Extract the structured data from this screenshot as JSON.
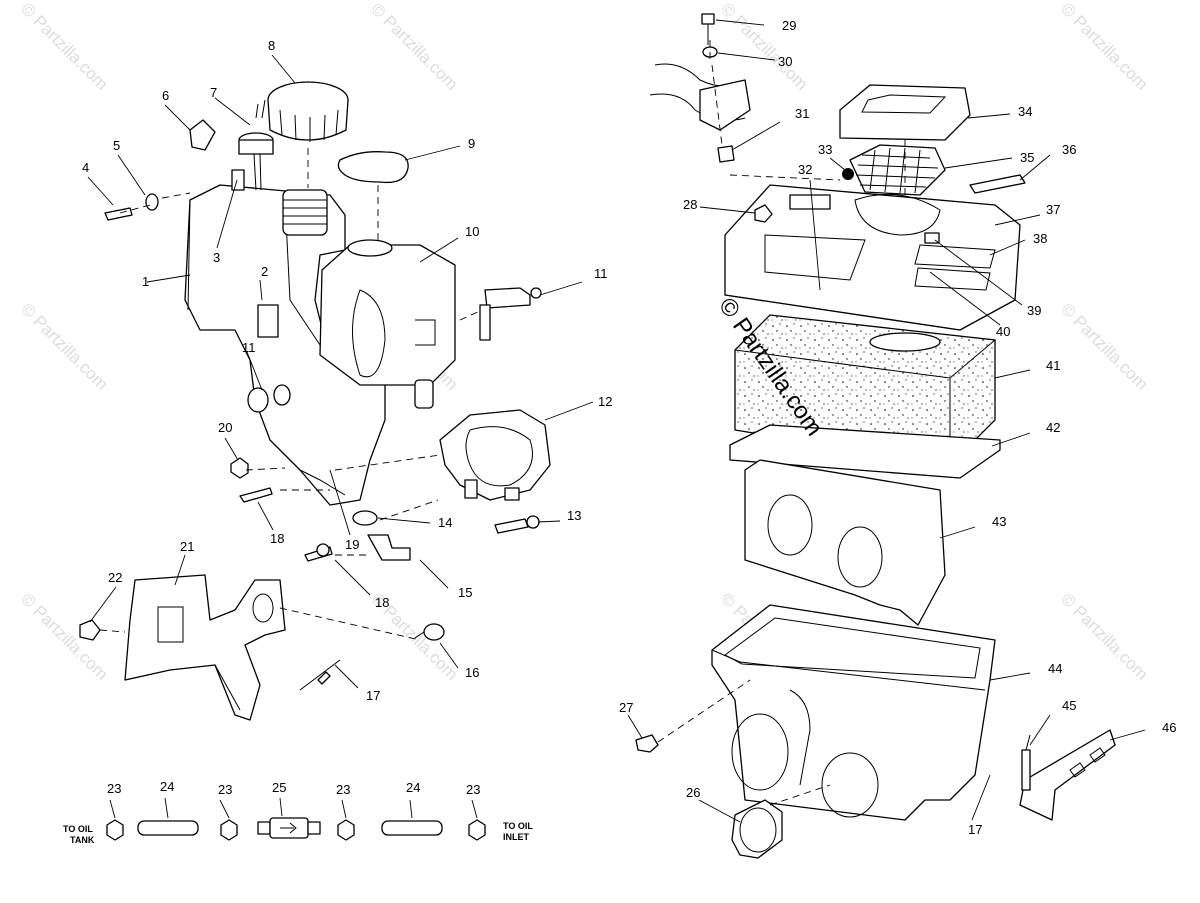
{
  "watermark": {
    "repeat_text": "© Partzilla.com",
    "center_text": "© Partzilla.com"
  },
  "callouts": [
    {
      "label": "1"
    },
    {
      "label": "2"
    },
    {
      "label": "3"
    },
    {
      "label": "4"
    },
    {
      "label": "5"
    },
    {
      "label": "6"
    },
    {
      "label": "7"
    },
    {
      "label": "8"
    },
    {
      "label": "9"
    },
    {
      "label": "10"
    },
    {
      "label": "11"
    },
    {
      "label": "11"
    },
    {
      "label": "12"
    },
    {
      "label": "13"
    },
    {
      "label": "14"
    },
    {
      "label": "15"
    },
    {
      "label": "16"
    },
    {
      "label": "17"
    },
    {
      "label": "18"
    },
    {
      "label": "18"
    },
    {
      "label": "19"
    },
    {
      "label": "20"
    },
    {
      "label": "21"
    },
    {
      "label": "22"
    },
    {
      "label": "23"
    },
    {
      "label": "24"
    },
    {
      "label": "23"
    },
    {
      "label": "25"
    },
    {
      "label": "23"
    },
    {
      "label": "24"
    },
    {
      "label": "23"
    },
    {
      "label": "26"
    },
    {
      "label": "27"
    },
    {
      "label": "28"
    },
    {
      "label": "29"
    },
    {
      "label": "30"
    },
    {
      "label": "31"
    },
    {
      "label": "32"
    },
    {
      "label": "33"
    },
    {
      "label": "34"
    },
    {
      "label": "35"
    },
    {
      "label": "36"
    },
    {
      "label": "37"
    },
    {
      "label": "38"
    },
    {
      "label": "39"
    },
    {
      "label": "40"
    },
    {
      "label": "41"
    },
    {
      "label": "42"
    },
    {
      "label": "43"
    },
    {
      "label": "44"
    },
    {
      "label": "45"
    },
    {
      "label": "46"
    },
    {
      "label": "17"
    }
  ],
  "hose_notes": {
    "left_line1": "TO OIL",
    "left_line2": "TANK",
    "right_line1": "TO OIL",
    "right_line2": "INLET"
  }
}
